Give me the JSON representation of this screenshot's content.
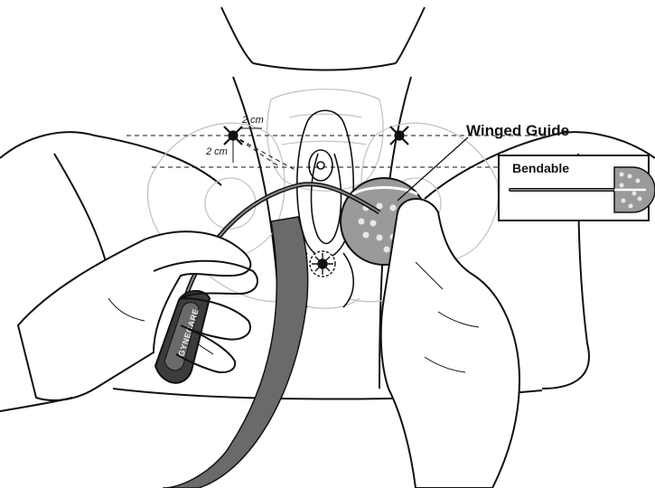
{
  "labels": {
    "dim_horizontal": "2 cm",
    "dim_vertical": "2 cm",
    "winged_guide": "Winged Guide",
    "bendable": "Bendable",
    "brand": "GYNECARE"
  },
  "icons": {
    "target_marks": "x-star-icon",
    "anatomy": "pelvic-anatomy-outline",
    "device": "trocar-handle"
  },
  "colors": {
    "ink": "#111111",
    "handle_dark": "#3c3c3c",
    "handle_mid": "#6a6a6a",
    "wing_fill": "#9a9a9a",
    "watermark": "#bdbdbd"
  }
}
